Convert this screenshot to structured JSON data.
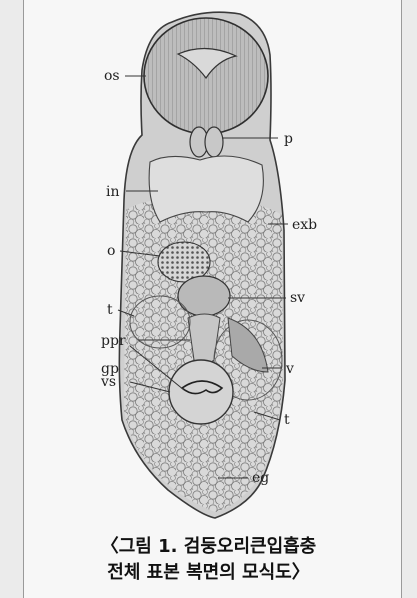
{
  "labels": {
    "os": "os",
    "p": "p",
    "in": "in",
    "exb": "exb",
    "o": "o",
    "sv": "sv",
    "t_left": "t",
    "ppr": "ppr",
    "gp": "gp",
    "v": "v",
    "vs": "vs",
    "t_right": "t",
    "eg": "eg"
  },
  "caption": {
    "line1": "〈그림 1. 검둥오리큰입흡충",
    "line2": "전체 표본 복면의 모식도〉"
  }
}
